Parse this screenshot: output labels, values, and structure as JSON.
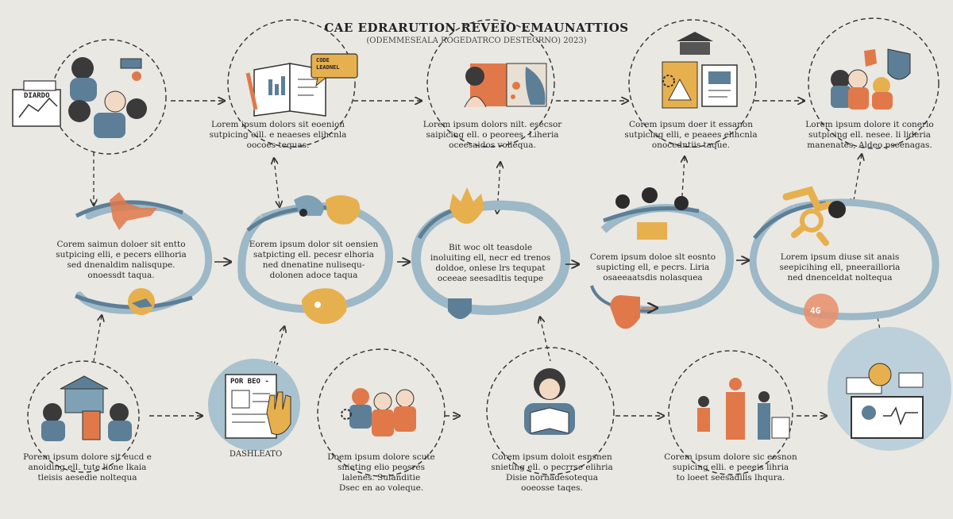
{
  "header": {
    "title": "CAE EDRARUTION REVEIO EMAUNATTIOS",
    "subtitle": "(ODEMMESEALA ROGEDATRCO DESTECRNO) 2023)"
  },
  "top_row": [
    {
      "caption": [
        "",
        "",
        ""
      ],
      "tag": "DIARDO"
    },
    {
      "caption": [
        "Lorem ipsum dolors sit eoenion",
        "sutpicing eill. e neaeses elihcnla",
        "oocoes tequas."
      ],
      "tag": "CODE LEADNEL"
    },
    {
      "caption": [
        "Lorem ipsum dolors nilt. esecsor",
        "saipicing ell. o peorees. Liheria",
        "oceesaidos vollequa."
      ]
    },
    {
      "caption": [
        "Corem ipsum doer it essanon",
        "sutpicing elli, e peaees elihcnla",
        "onocedntiis taque."
      ]
    },
    {
      "caption": [
        "Lorem ipsum dolore it conerio",
        "sutpicing ell. nesee. li lideria",
        "manenates, Aldeo pseenagas."
      ]
    }
  ],
  "middle_row": [
    {
      "caption": [
        "Corem saimun doloer sit entto",
        "sutpicing elli, e pecers ellhoria",
        "sed dnenaldim nalisqupe.",
        "onoessdt taqua."
      ]
    },
    {
      "caption": [
        "Eorem ipsum dolor sit oensien",
        "satpicting ell. pecesr elhoria",
        "ned dnenatine nulisequ-",
        "dolonen adoce taqua"
      ]
    },
    {
      "caption": [
        "Bit woc olt teasdole",
        "inoluiting ell, necr ed trenos",
        "doldoe, onlese lrs tequpat",
        "oceeae seesadltis tequpe"
      ]
    },
    {
      "caption": [
        "Corem ipsum doloe slt eosnto",
        "supicting ell, e pecrs. Liria",
        "osaeeaatsdis nolasquea"
      ]
    },
    {
      "caption": [
        "Lorem ipsum diuse sit anais",
        "seepicihing ell, pneerailloria",
        "ned dnenceldat noltequa"
      ],
      "badge": "4G"
    }
  ],
  "bottom_row": [
    {
      "caption": [
        "Porem ipsum dolore sit eucd e",
        "anoiding ell. tute lione lkaia",
        "tleisis aesedie noltequa"
      ]
    },
    {
      "caption": [
        "DASHLEATO"
      ],
      "tag": "POR BEO -"
    },
    {
      "caption": [
        "Doem ipsum dolore scute",
        "snieting elio peosres",
        "lalenes. Sulanditie",
        "Dsec en ao voleque."
      ]
    },
    {
      "caption": [
        "Corem ipsum doloit esnsnen",
        "snieting ell. o pecrrse elihria",
        "Disie nornadesotequa",
        "ooeosse taqes."
      ]
    },
    {
      "caption": [
        "Corem ipsum dolore sic eosnon",
        "supicing elli. e peeeis lihria",
        "to loeet seesadilis lhqura."
      ]
    }
  ],
  "colors": {
    "background": "#e9e8e3",
    "slate_blue": "#5c7f97",
    "pale_blue": "#9db8c7",
    "orange": "#e1784a",
    "mustard": "#e7b04e",
    "dark": "#2b2b2b",
    "line": "#3a3a3a"
  },
  "icons": [
    "chart-icon",
    "people-group-icon",
    "open-book-icon",
    "speech-bubble-icon",
    "laptop-icon",
    "building-icon",
    "certificate-icon",
    "teacher-icon",
    "hand-icon",
    "gear-icon",
    "monitor-icon",
    "shield-icon",
    "puzzle-icon",
    "lightbulb-icon",
    "bird-icon"
  ]
}
